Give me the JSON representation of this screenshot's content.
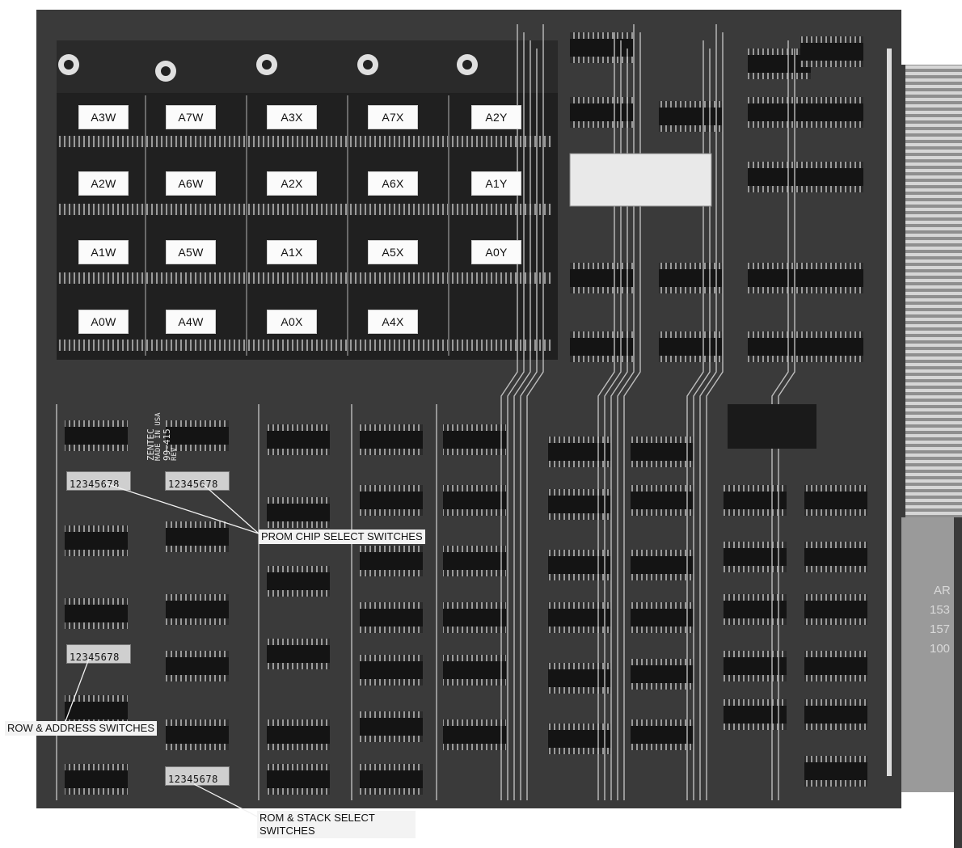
{
  "chip_labels": [
    "A3W",
    "A7W",
    "A3X",
    "A7X",
    "A2Y",
    "A2W",
    "A6W",
    "A2X",
    "A6X",
    "A1Y",
    "A1W",
    "A5W",
    "A1X",
    "A5X",
    "A0Y",
    "A0W",
    "A4W",
    "A0X",
    "A4X"
  ],
  "callouts": {
    "prom": "PROM CHIP SELECT SWITCHES",
    "row": "ROW & ADDRESS SWITCHES",
    "rom": "ROM & STACK SELECT SWITCHES"
  },
  "switch_label": "12345678",
  "silkscreen": [
    "ZENTEC",
    "MADE IN USA",
    "99-415",
    "REV"
  ],
  "edge_marks": [
    "AR",
    "153",
    "157",
    "100"
  ],
  "colors": {
    "board": "#3d3d3d",
    "trace": "#c9c9c9",
    "chip": "#1c1c1c",
    "gold": "#b9b9b9"
  }
}
